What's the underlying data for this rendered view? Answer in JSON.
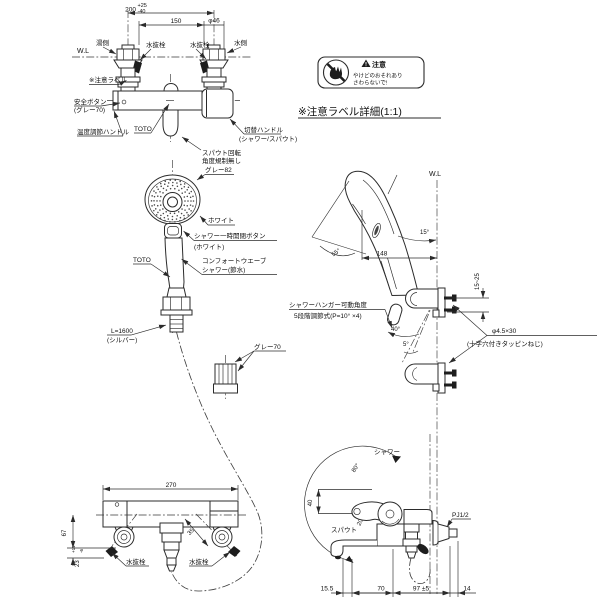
{
  "front_view": {
    "wl": "W.L",
    "dim_200": "200",
    "tol_p": "+25",
    "tol_m": "-40",
    "dim_150": "150",
    "dim_d46": "φ46",
    "hot_side": "湯側",
    "cold_side": "水側",
    "drain_plug_l": "水抜栓",
    "drain_plug_r": "水抜栓",
    "caution_ref": "※注意ラベル",
    "safety_1": "安全ボタン",
    "safety_2": "(グレー70)",
    "temp_handle": "温度調節ハンドル",
    "brand": "TOTO",
    "switch_1": "切替ハンドル",
    "switch_2": "(シャワー/スパウト)",
    "spout_note_1": "スパウト回転",
    "spout_note_2": "角度規制無し"
  },
  "caution_detail": {
    "heading": "※注意ラベル詳細(1:1)",
    "title": "注意",
    "line1": "やけどのおそれあり",
    "line2": "さわらないで!"
  },
  "shower": {
    "gray82": "グレー82",
    "white": "ホワイト",
    "pause_1": "シャワー一時開閉ボタン",
    "pause_2": "(ホワイト)",
    "comfort_1": "コンフォートウエーブ",
    "comfort_2": "シャワー(節水)",
    "brand": "TOTO",
    "hose_1": "L=1600",
    "hose_2": "(シルバー)",
    "gray70": "グレー70"
  },
  "hanger_view": {
    "wl": "W.L",
    "a55": "55°",
    "a15": "15°",
    "d148": "148",
    "d1525": "15~25",
    "note_1": "シャワーハンガー可動角度",
    "note_2": "5段階調節式(P=10° ×4)",
    "a40": "40°",
    "a5": "5°",
    "screw_1": "φ4.5×30",
    "screw_2": "(十字穴付きタッピンねじ)"
  },
  "bottom_view": {
    "d270": "270",
    "d67": "67",
    "d23": "23",
    "tol_p": "+11",
    "tol_m": "-6",
    "d35": "35",
    "drain_plug_l": "水抜栓",
    "drain_plug_r": "水抜栓"
  },
  "side_view": {
    "shower": "シャワー",
    "spout": "スパウト",
    "a80": "80°",
    "a20": "20°",
    "d40": "40",
    "pj": "PJ1/2",
    "d155": "15.5",
    "d70": "70",
    "d97": "97 ±5",
    "d14": "14"
  }
}
